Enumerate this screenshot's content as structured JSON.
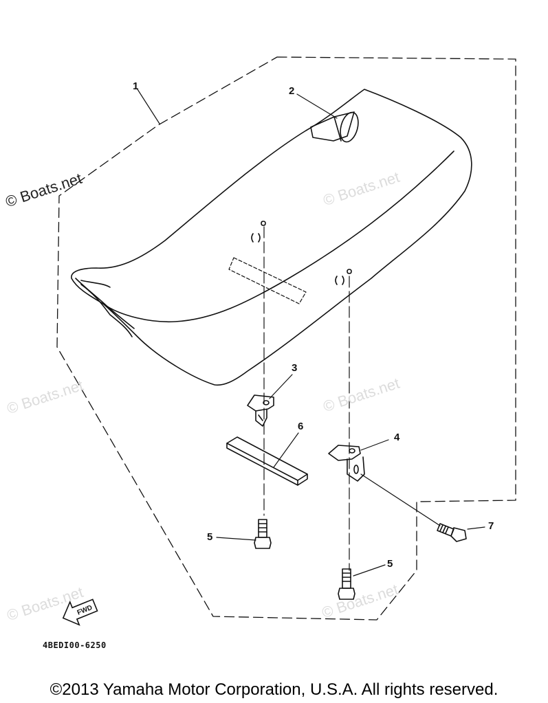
{
  "callouts": {
    "c1": "1",
    "c2": "2",
    "c3": "3",
    "c4": "4",
    "c5a": "5",
    "c5b": "5",
    "c6": "6",
    "c7": "7"
  },
  "fwd_label": "FWD",
  "diagram_code": "4BEDI00-6250",
  "watermark": "© Boats.net",
  "copyright": "©2013 Yamaha Motor Corporation, U.S.A. All rights reserved."
}
